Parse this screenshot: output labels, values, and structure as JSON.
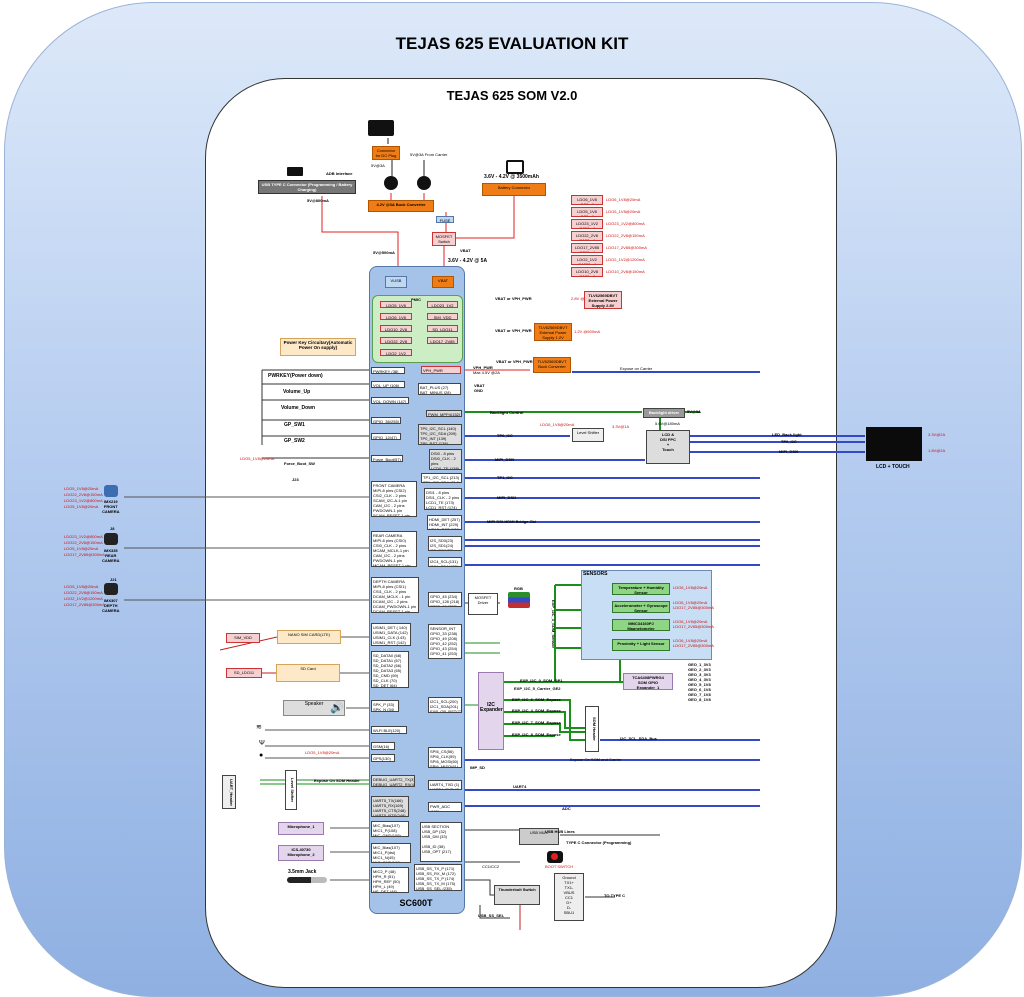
{
  "kit_title": "TEJAS 625 EVALUATION KIT",
  "som_title": "TEJAS 625 SOM V2.0",
  "soc_label": "SC600T",
  "power": {
    "usb_conn": "USB TYPE C Connector (Programming / Battery Charging)",
    "adb": "ADB Interface",
    "usb_power": "5V@800mA",
    "dc_plug": "Connector for DC Plug",
    "dc_v": "5V@3A",
    "from_carrier": "5V@3A From Carrier",
    "buck": "4.2V @3A Buck Converter",
    "battery_spec": "3.6V - 4.2V @ 3500mAh",
    "battery_conn": "Battery Connector",
    "fuse": "FUSE",
    "mosfet": "MOSFET Switch",
    "vbat_lbl": "VBAT",
    "vbat_range": "3.6V - 4.2V @ 5A",
    "vusb_in": "5V@500mA",
    "vusb": "VUSB",
    "vbat": "VBAT"
  },
  "pmic": {
    "title": "PMIC",
    "items": [
      "LDO5_1V8",
      "LDO23_1V2",
      "LDO6_1V8",
      "SMI_VDD",
      "LDO10_2V8",
      "SD_LDO11",
      "LDO22_2V8",
      "LDO17_2V85",
      "LDO2_1V2"
    ]
  },
  "ldo_list": [
    {
      "name": "LDO6_1V8\n@20mA",
      "note": "LDO6_1V8@20mA"
    },
    {
      "name": "LDO5_1V8\n@20mA",
      "note": "LDO5_1V8@20mA"
    },
    {
      "name": "LDO23_1V2\n@800mA",
      "note": "LDO23_1V2@800mA"
    },
    {
      "name": "LDO22_2V8\n@150mA",
      "note": "LDO22_2V8@150mA"
    },
    {
      "name": "LDO17_2V85\n@300mA",
      "note": "LDO17_2V85@300mA"
    },
    {
      "name": "LDO2_1V2\n@1200mA",
      "note": "LDO2_1V2@1200mA"
    },
    {
      "name": "LDO10_2V8\n@150mA",
      "note": "LDO10_2V8@150mA"
    }
  ],
  "regs": {
    "ext28": "TLV62569DBVT External Power Supply 2.8V",
    "ext12": "TLV62569DBVT External Power Supply 1.2V",
    "buck_vph": "TLV62569DBVT Buck Converter",
    "vbat_vph": "VBAT or VPH_PWR",
    "ext28_note": "2.8V @600mA",
    "ext12_note": "1.2V @600mA",
    "vph_pwr": "VPH_PWR",
    "vph_note": "Max 4.5V @2A",
    "expose_carrier": "Expose on Carrier"
  },
  "power_key": {
    "title": "Power Key Circuitary(Automatic Power On supply)",
    "pwrkey": "PWRKEY(Power down)",
    "vol_up": "Volume_Up",
    "vol_down": "Volume_Down",
    "gp1": "GP_SW1",
    "gp2": "GP_SW2",
    "force": "Force_Boot_SW",
    "j23": "J23",
    "force_note": "LDO5_1V8@20mA"
  },
  "soc_pins": {
    "pwrkey": "PWRKEY (38)",
    "volup": "VOL_UP (106)",
    "voldown": "VOL_DOWN (147)",
    "gpio36": "GPIO_36(255)",
    "gpio12": "GPIO_12(47)",
    "force": "Force_Boot(57)",
    "vph": "VPH_PWR",
    "batplus": "BAT_PLUS (27)\nBAT_MINUS (28)",
    "vbat_gnd": "VBAT\nGND",
    "pwm": "PWM_MPP4(152)",
    "backlight_ctrl": "Backlight Control",
    "tp": "TP0_I2C_SCL (140)\nTP0_I2C_SDA (209)\nTP0_INT (139)\nTP0_RST (138)",
    "tp_i2c": "TP0_I2C",
    "dsi": "DSI0 - 8 pins\nDSI0_CLK - 2 pins\nLCD0_TE (138)\nLCD0_RST (137)",
    "mipi_dsi": "MIPI_DSI0",
    "tp1": "TP1_I2C_SCL (213)\nTP1_I2C_SDA (214)",
    "tp1_lbl": "TP1_I2C",
    "dsi1": "DSI1 - 8 pins\nDSI1_CLK - 2 pins\nLCD1_TE (173)\nLCD1_RST (174)",
    "mipi_dsi1": "MIPI_DSI1",
    "hdmi": "HDMI_DET (257)\nHDMI_INT (229)\nHDMI_RST (176)",
    "hdmi_lbl": "MIPI DSI-HDMI Bridge Ckt",
    "i2s": "I2S_SD0(23)\nI2S_SD1(24)\nI2S_SCK(25)",
    "i2c4": "I2C4_SCL(131)\nI2C4_SDA(132)",
    "gpio45": "GPIO_45 (234)\nGPIO_128 (218)\nGPIO_88 (237)",
    "sensor_int": "SENSOR_INT\nGPIO_33 (238)\nGPIO_49 (208)\nGPIO_42 (252)\nGPIO_43 (254)\nGPIO_41 (253)",
    "i2c1": "I2C1_SCL(200)\nI2C1_SDA(201)\nEXP_GP_RST(72)",
    "spi": "SPI6_CS(56)\nSPI6_CLK(59)\nSPI6_MOSI(60)\nSPI6_MISO(61)",
    "uart4": "UART4_TXD (1)\nUART4_RXD (8)",
    "pwr_adc": "PWR_ADC (183)\nPWR_MPP2 (181)",
    "usb_section": "USB SECTION\nUSB_DP (32)\nUSB_DM (33)\n\nUSB_ID (38)\nUSB_OPT (217)",
    "usb_ss": "USB_SS_TX_P (171)\nUSB_SS_RX_M (172)\nUSB_SS_TX_P (174)\nUSB_SS_TX_M (175)\nUSB_SS_SEL (235)",
    "front_cam": "FRONT CAMERA\nMIPI-8 pins (CSI2)\nCSI2_CLK - 2 pins\nSCAM_I2C-A-1 pin\nCAM_I2C - 2 pins\nPWDOWN-1 pin\nSCAM_RESET-1 pin",
    "rear_cam": "REAR CAMERA\nMIPI-8 pins (CSI0)\nCSI0_CLK - 2 pins\nMCAM_MCLK-1 pin\nCAM_I2C - 2 pins\nPWDOWN-1 pin\nMCAM_RESET-1 pin",
    "depth_cam": "DEPTH CAMERA\nMIPI-8 pins (CSI1)\nCSI1_CLK - 2 pins\nDCAM_MCLK - 1 pin\nDCAM_I2C - 2 pins\nDCAM_PWDOWN-1 pin\nDCAM_RESET-1 pin",
    "usim": "USIM1_DET ( 140)\nUSIM1_DATA (142)\nUSIM1_CLK (143)\nUSIM1_RST (142)",
    "sd": "SD_DATA0 (68)\nSD_DATA1 (67)\nSD_DATA2 (66)\nSD_DATA3 (65)\nSD_CMD (69)\nSD_CLK (70)\nSD_DET (64)",
    "spk": "SPK_P (33)\nSPK_N (34)",
    "wifi": "Wi-Fi BLE(120)",
    "gsm": "GSM(16)",
    "gps": "GPS(130)",
    "debug": "DEBUG_UART2_TX(3)\nDEBUG_UART2_RX(4)",
    "uart5": "UART5_TX(166)\nUART5_RX(169)\nUART5_CTS(248)\nUART5_RTS(249)",
    "mic1": "MIC_Bias(107)\nMIC1_P(108)\nMIC_GND(109)",
    "mic2": "MIC_Bias(107)\nMIC1_P(dsi)\nMIC1_N(45)\nMIC_GND(109)",
    "jack": "MIC2_P (48)\nHPH_R (51)\nHPH_REF (50)\nHPH_L (49)\nHS_DET (48)"
  },
  "cameras": {
    "front": "IMX219\nFRONT\nCAMERA",
    "rear": "IMX335\nREAR\nCAMERA",
    "depth": "IMX307\nDEPTH\nCAMERA",
    "j8": "J8",
    "j21": "J21",
    "notes1": [
      "LDO5_1V8@20mA",
      "LDO22_2V8@150mA",
      "LDO23_1V2@800mA",
      "LDO5_1V8@20mA"
    ],
    "notes2": [
      "LDO23_1V2@800mA",
      "LDO22_2V8@150mA",
      "LDO5_1V8@20mA",
      "LDO17_2V85@300mA"
    ],
    "notes3": [
      "LDO5_1V8@20mA",
      "LDO22_2V8@150mA",
      "LDO2_1V2@1200mA",
      "LDO17_2V85@300mA"
    ]
  },
  "peripherals": {
    "sim_vdd": "SIM_VDD",
    "nano_sim": "NANO SIM CARD(LTE)",
    "sd_ldo": "SD_LDO11",
    "sd_card": "SD Card",
    "speaker": "Speaker",
    "mic1": "Microphone_1",
    "mic2": "ICS-40730\nMicrophone_2",
    "jack": "3.5mm Jack",
    "uart_header": "UART_Header",
    "level_shifter": "Level Shifter",
    "expose_som": "Expose On SOM Header",
    "uart4_lbl": "UART4",
    "adc_lbl": "ADC",
    "spi_lbl": "SPI",
    "imp_sd": "IMP_SD",
    "debug_note": "LDO5_1V8@20mA"
  },
  "display": {
    "backlight": "Backlight driver",
    "bl_v": "5V@3A",
    "bl_note": "5.6V@180mA",
    "level_shifter": "Level Shifter",
    "lcd_fpc": "LCD &\nDSI FPC\n+\nTouch",
    "lcd": "LCD + TOUCH",
    "bl_lbl": "LED_Back-light",
    "tp_lbl": "TP0_I2C",
    "mipi_lbl": "MIPI_DSI0",
    "vcc_note": "3.3V@1A",
    "lcd_v1": "3.3V@2A",
    "lcd_v2": "1.8V@2A",
    "ls_notes": "LDO6_1V8@20mA"
  },
  "sensors": {
    "title": "SENSORS",
    "items": [
      "Temperature + Humidity Sensor",
      "Accelerometer + Gyroscope Sensor",
      "MMC34160PJ Magnetometer",
      "Proximity + Light Sensor"
    ],
    "notes": [
      "LDO6_1V8@20mA",
      "LDO6_1V8@20mA\nLDO17_2V85@300mA",
      "LDO6_1V8@20mA\nLDO17_2V85@300mA",
      "LDO6_1V8@20mA\nLDO17_2V85@300mA"
    ],
    "bus_lbl": "EXP_I2C_3_SOM_Sensor",
    "mosfet": "MOSFET\nDriver",
    "rgb": "RGB"
  },
  "expander": {
    "i2c": "I2C\nExpander",
    "gpio_exp": "TCA6408PWRG4\nSOM GPIO\nExpander_1",
    "gpio_out": "GEO_1_3V3\nGEO_2_3V3\nGEO_3_3V3\nGEO_4_3V3\nGEO_5_1V8\nGEO_6_1V8\nGEO_7_1V8\nGEO_8_1V8",
    "som_header": "SOM Header",
    "buses": [
      "EXP_I2C_0_SOM_GP1",
      "EXP_I2C_5_Carrier_GE2",
      "EXP_I2C_6_SOM_Expose",
      "EXP_I2C_4_SOM_Expose",
      "EXP_I2C_7_SOM_Expose",
      "EXP_I2C_8_SOM_Expose"
    ],
    "i2c_sda": "I2C_SCL_SDA_Bus",
    "expose_both": "Expose On SOM and Carrier"
  },
  "usb": {
    "mux": "USB MUX",
    "hub": "USB HUB Lines",
    "typec": "TYPE C Connector (Programming)",
    "switch": "Thunderbolt Switch",
    "to_typec": "TO TYPE C",
    "ss_sel": "USB_SS_SEL",
    "boot": "BOOT SWITCH",
    "cc_note": "CC1/CC2",
    "pins": "Ground\nTX1+\nTX1-\nVBUS\nCC1\nD+\nD-\nSBU1"
  }
}
